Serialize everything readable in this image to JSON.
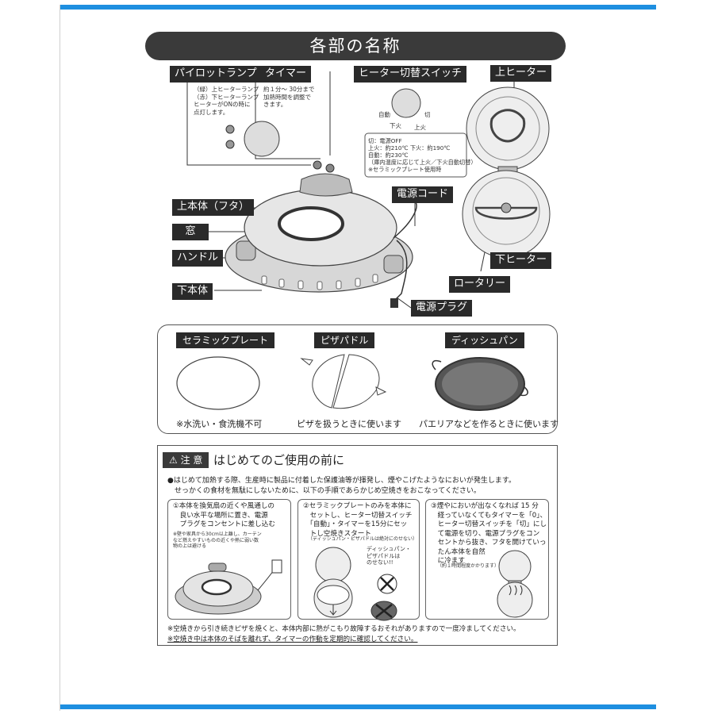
{
  "title": "各部の名称",
  "parts": {
    "pilot_lamp": "パイロットランプ",
    "pilot_note": "（緑）上ヒーターランプ\n（赤）下ヒーターランプ\nヒーターがONの時に\n点灯します。",
    "timer": "タイマー",
    "timer_note": "約１分～ 30分まで\n加熱時間を調整で\nきます。",
    "heater_switch": "ヒーター切替スイッチ",
    "switch_note": "切：電源OFF\n上火：約210℃  下火：約190℃\n自動：約230℃\n（庫内温度に応じて上火／下火自動切替）\n※セラミックプレート使用時",
    "dial_auto": "自動",
    "dial_off": "切",
    "dial_low": "下火",
    "dial_high": "上火",
    "upper_heater": "上ヒーター",
    "lid": "上本体（フタ）",
    "window": "窓",
    "handle": "ハンドル",
    "base": "下本体",
    "power_cord": "電源コード",
    "power_plug": "電源プラグ",
    "lower_heater": "下ヒーター",
    "rotary": "ロータリー"
  },
  "accessories": {
    "ceramic_plate": "セラミックプレート",
    "ceramic_note": "※水洗い・食洗機不可",
    "pizza_paddle": "ピザパドル",
    "paddle_note": "ピザを扱うときに使います",
    "dish_pan": "ディッシュパン",
    "pan_note": "パエリアなどを作るときに使います"
  },
  "caution": {
    "badge": "⚠ 注 意",
    "title": "はじめてのご使用の前に",
    "intro": "●はじめて加熱する際、生産時に製品に付着した保護油等が揮発し、煙やこげたようなにおいが発生します。\n　せっかくの食材を無駄にしないために、以下の手順であらかじめ空焼きをおこなってください。",
    "step1": "①本体を換気扇の近くや風通しの\n　良い水平な場所に置き、電源\n　プラグをコンセントに差し込む",
    "step1_note": "※壁や家具から30cm以上離し、カーテン\nなど燃えやすいものの近くや熱に弱い数\n物の上は避ける",
    "step2": "②セラミックプレートのみを本体に\n　セットし、ヒーター切替スイッチ\n　「自動」・タイマーを15分にセッ\n　トし空焼きスタート",
    "step2_note": "（ディッシュパン・ピザパドルは絶対にのせない）",
    "step2_warn": "ディッシュパン・\nピザパドルは\nのせない!!",
    "step3": "③煙やにおいが出なくなれば 15 分\n　経っていなくてもタイマーを「0」、\n　ヒーター切替スイッチを「切」にし\n　て電源を切り、電源プラグをコン\n　セントから抜き、フタを開けていっ\n　たん本体を自然\n　に冷ます",
    "step3_note": "（約１時間程度かかります）",
    "footer1": "※空焼きから引き続きピザを焼くと、本体内部に熱がこもり故障するおそれがありますので一度冷ましてください。",
    "footer2": "※空焼き中は本体のそばを離れず、タイマーの作動を定期的に確認してください。"
  },
  "colors": {
    "accent_bar": "#1e8fe0",
    "label_bg": "#2a2a2a"
  }
}
